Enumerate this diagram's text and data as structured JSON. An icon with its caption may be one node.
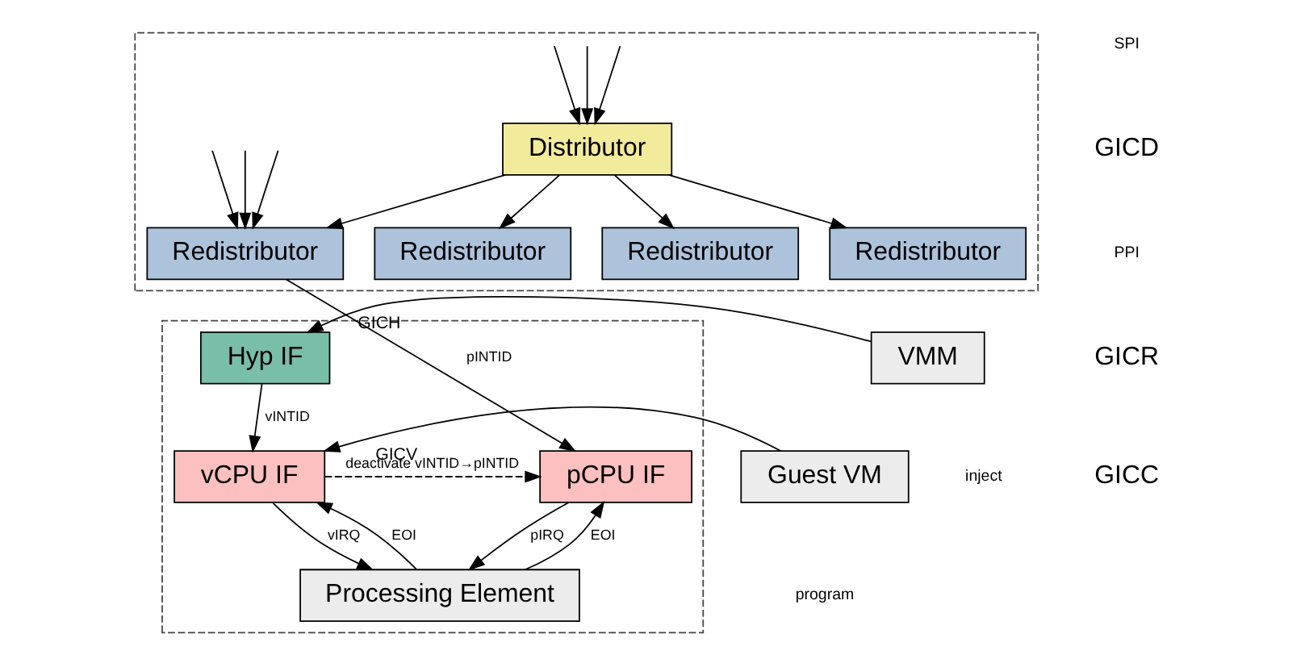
{
  "diagram": {
    "nodes": [
      {
        "text": [],
        "shape": "box"
      },
      {
        "text": [
          "Distributor"
        ],
        "in": 0
      },
      {
        "text": [
          "Redistributor"
        ],
        "in": 0
      },
      {
        "text": [
          "Redistributor"
        ],
        "in": 0
      },
      {
        "text": [
          "Redistributor"
        ],
        "in": 0
      },
      {
        "text": [
          "Redistributor"
        ],
        "in": 0
      },
      {
        "text": [],
        "shape": "box"
      },
      {
        "text": [
          "Hyp IF"
        ],
        "in": 6
      },
      {
        "text": [
          "pCPU IF"
        ],
        "in": 6
      },
      {
        "text": [
          "vCPU IF"
        ],
        "in": 6
      },
      {
        "text": [
          "Processing Element"
        ],
        "in": 6
      },
      {
        "text": [
          "VMM"
        ]
      },
      {
        "text": [
          "Guest VM"
        ]
      }
    ],
    "edges": [
      {
        "from": null,
        "to": 1,
        "arrow": "to"
      },
      {
        "from": null,
        "to": 1,
        "arrow": "to"
      },
      {
        "from": null,
        "to": 1,
        "arrow": "to"
      },
      {
        "from": null,
        "to": 2,
        "arrow": "to"
      },
      {
        "from": null,
        "to": 2,
        "arrow": "to"
      },
      {
        "from": null,
        "to": 2,
        "arrow": "to"
      },
      {
        "from": 1,
        "to": 2,
        "arrow": "to"
      },
      {
        "from": 1,
        "to": 3,
        "arrow": "to"
      },
      {
        "from": 1,
        "to": 4,
        "arrow": "to"
      },
      {
        "from": 1,
        "to": 5,
        "arrow": "to"
      },
      {
        "from": 2,
        "to": 8,
        "arrow": "to",
        "label": "pINTID"
      },
      {
        "from": 11,
        "to": 7,
        "arrow": "to",
        "label": "GICH"
      },
      {
        "from": 7,
        "to": 9,
        "arrow": "to",
        "label": "vINTID"
      },
      {
        "from": 12,
        "to": 9,
        "arrow": "to",
        "label": "GICV"
      },
      {
        "from": 9,
        "to": 8,
        "arrow": "to",
        "label": "deactivate vINTID→pINTID",
        "style": "dashed"
      },
      {
        "from": 8,
        "to": 10,
        "arrow": "to",
        "label": "pIRQ"
      },
      {
        "from": 10,
        "to": 8,
        "arrow": "to",
        "label": "EOI"
      },
      {
        "from": 9,
        "to": 10,
        "arrow": "to",
        "label": "vIRQ"
      },
      {
        "from": 10,
        "to": 9,
        "arrow": "to",
        "label": "EOI"
      }
    ],
    "labels": [
      "SPI",
      "GICD",
      "PPI",
      "GICR",
      "inject",
      "GICC",
      "program"
    ]
  }
}
